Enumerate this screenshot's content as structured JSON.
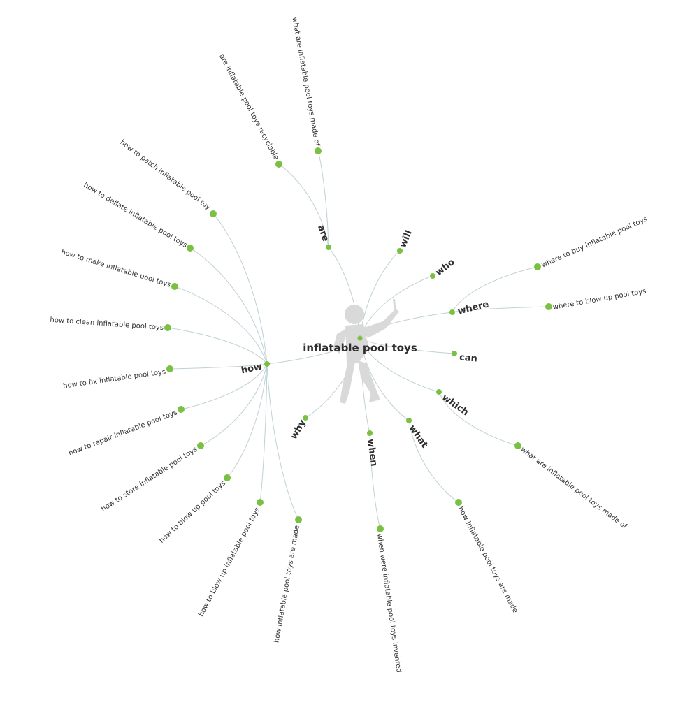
{
  "colors": {
    "node": "#7ac143",
    "link": "#bfd1d6",
    "figure": "#d9d9d9",
    "text": "#2e2e2e"
  },
  "center": {
    "label": "inflatable pool toys",
    "figure_icon": "person-silhouette-icon"
  },
  "branches": [
    {
      "id": "how",
      "label": "how",
      "children": [
        "how to patch inflatable pool toy",
        "how to deflate inflatable pool toys",
        "how to make inflatable pool toys",
        "how to clean inflatable pool toys",
        "how to fix inflatable pool toys",
        "how to repair inflatable pool toys",
        "how to store inflatable pool toys",
        "how to blow up pool toys",
        "how to blow up inflatable pool toys",
        "how inflatable pool toys are made"
      ]
    },
    {
      "id": "are",
      "label": "are",
      "children": [
        "are inflatable pool toys recyclable",
        "what are inflatable pool toys made of"
      ]
    },
    {
      "id": "will",
      "label": "will",
      "children": []
    },
    {
      "id": "who",
      "label": "who",
      "children": []
    },
    {
      "id": "where",
      "label": "where",
      "children": [
        "where to buy inflatable pool toys",
        "where to blow up pool toys"
      ]
    },
    {
      "id": "can",
      "label": "can",
      "children": []
    },
    {
      "id": "which",
      "label": "which",
      "children": [
        "what are inflatable pool toys made of"
      ]
    },
    {
      "id": "what",
      "label": "what",
      "children": [
        "how inflatable pool toys are made"
      ]
    },
    {
      "id": "when",
      "label": "when",
      "children": [
        "when were inflatable pool toys invented"
      ]
    },
    {
      "id": "why",
      "label": "why",
      "children": []
    }
  ]
}
